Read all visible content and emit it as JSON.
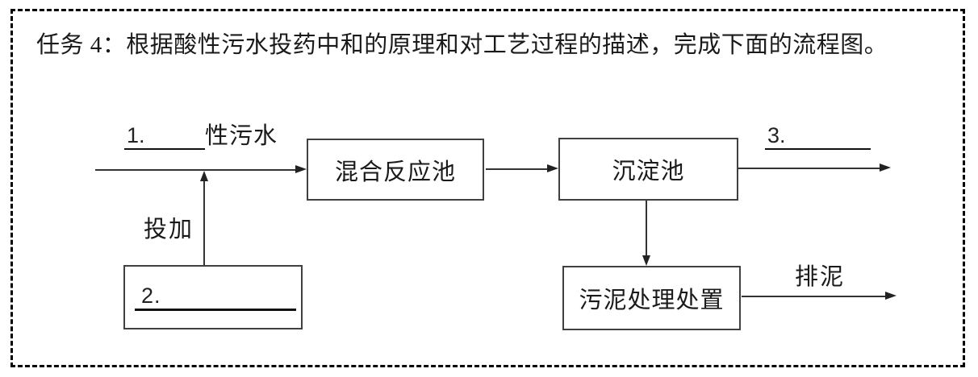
{
  "task": {
    "title": "任务 4：根据酸性污水投药中和的原理和对工艺过程的描述，完成下面的流程图。"
  },
  "flowchart": {
    "blank1": {
      "num": "1.",
      "suffix": "性污水"
    },
    "dosing_label": "投加",
    "blank2": {
      "num": "2."
    },
    "box_mixing": "混合反应池",
    "box_sedimentation": "沉淀池",
    "blank3": {
      "num": "3."
    },
    "box_sludge": "污泥处理处置",
    "sludge_discharge_label": "排泥"
  },
  "colors": {
    "frame_border": "#000000",
    "box_border": "#404040",
    "line": "#333333",
    "text": "#1a1a1a"
  }
}
